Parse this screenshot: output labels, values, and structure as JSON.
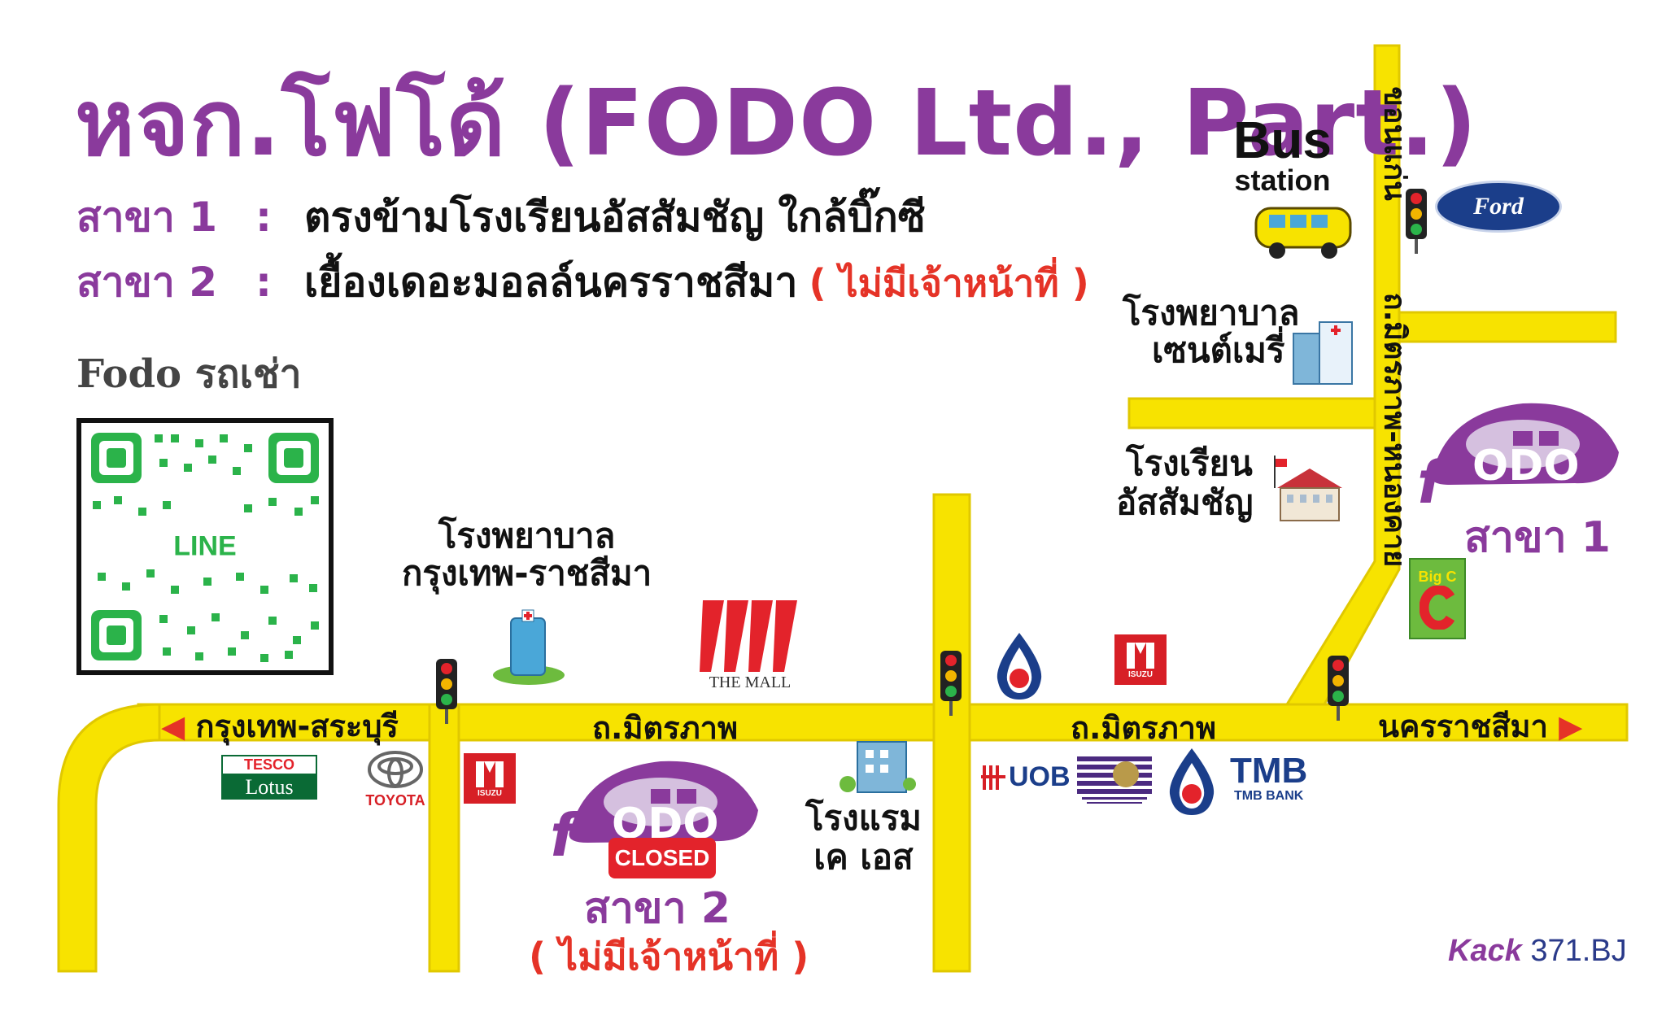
{
  "header": {
    "title": "หจก.โฟโด้ (FODO Ltd., Part.)",
    "branch1_label": "สาขา 1",
    "branch1_text": "ตรงข้ามโรงเรียนอัสสัมชัญ ใกล้บิ๊กซี",
    "branch2_label": "สาขา 2",
    "branch2_text": "เยื้องเดอะมอลล์นครราชสีมา",
    "branch2_note": "( ไม่มีเจ้าหน้าที่ )",
    "colon": ":",
    "subtitle": "Fodo รถเช่า"
  },
  "qr": {
    "label": "LINE",
    "color": "#2bb34a"
  },
  "map": {
    "road_color": "#f7e300",
    "road_edge_color": "#e0c800",
    "accent_purple": "#8a3a9c",
    "accent_red": "#e53327",
    "landmarks": {
      "bus_station_1": "Bus",
      "bus_station_2": "station",
      "ford": "Ford",
      "hospital_stmary_1": "โรงพยาบาล",
      "hospital_stmary_2": "เซนต์เมรี่",
      "school_1": "โรงเรียน",
      "school_2": "อัสสัมชัญ",
      "hospital_bkk_1": "โรงพยาบาล",
      "hospital_bkk_2": "กรุงเทพ-ราชสีมา",
      "the_mall": "THE MALL",
      "isuzu": "ISUZU",
      "bigc": "Big C",
      "tesco": "TESCO",
      "lotus": "Lotus",
      "toyota": "TOYOTA",
      "hotel_1": "โรงแรม",
      "hotel_2": "เค เอส",
      "uob": "UOB",
      "tmb": "TMB",
      "tmb_bank": "TMB BANK"
    },
    "roads": {
      "west": "กรุงเทพ-สระบุรี",
      "mittraphap_left": "ถ.มิตรภาพ",
      "mittraphap_right": "ถ.มิตรภาพ",
      "east": "นครราชสีมา",
      "vertical": "ถ.มิตรภาพ-หนองคาย",
      "north": "ขอนแก่น"
    },
    "branch1": {
      "logo": "fodo",
      "label": "สาขา 1"
    },
    "branch2": {
      "logo": "fodo",
      "label": "สาขา 2",
      "closed": "CLOSED",
      "note": "( ไม่มีเจ้าหน้าที่ )"
    }
  },
  "credit": {
    "k": "Kack",
    "text": "371.BJ"
  }
}
